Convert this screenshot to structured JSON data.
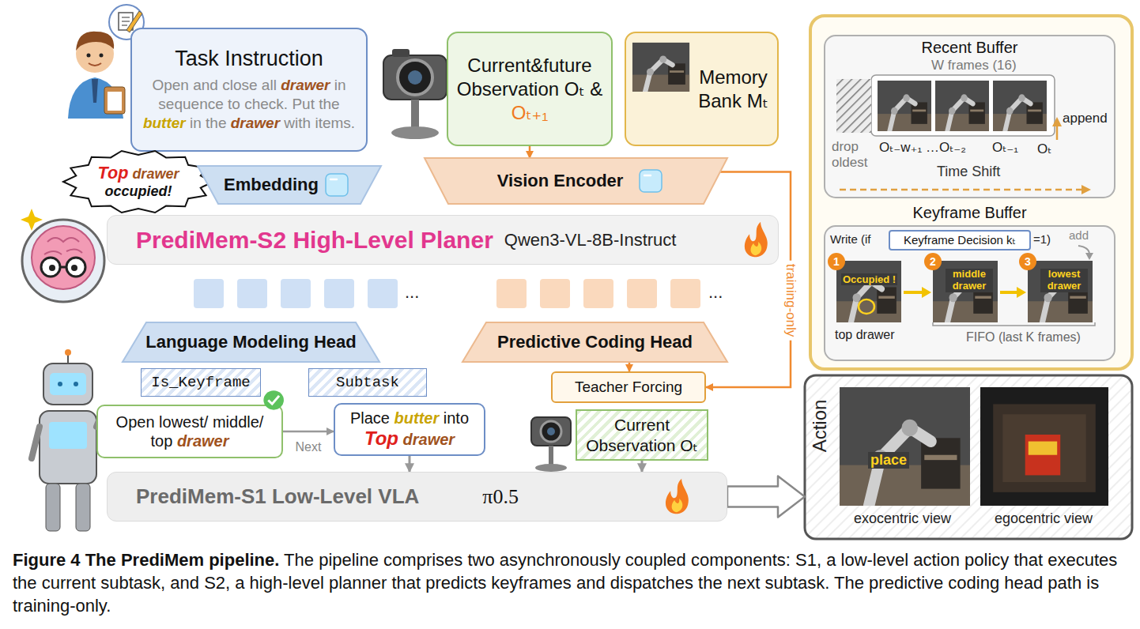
{
  "diagram": {
    "caption": "Figure 4 The PrediMem pipeline. The pipeline comprises two asynchronously coupled components: S1, a low-level action policy that executes the current subtask, and S2, a high-level planner that predicts keyframes and dispatches the next subtask. The predictive coding head path is training-only.",
    "nodes": [
      {
        "text": [
          "Task Instruction",
          "Open and close all drawer in sequence to check. Put the butter in the drawer with items."
        ]
      },
      {
        "text": [
          "Top drawer occupied!"
        ]
      },
      {
        "text": [
          "Embedding"
        ]
      },
      {
        "text": [
          "Current&future Observation Oₜ & Oₜ₊₁"
        ]
      },
      {
        "text": [
          "Memory Bank Mₜ"
        ]
      },
      {
        "text": [
          "Vision Encoder"
        ]
      },
      {
        "text": [
          "PrediMem-S2 High-Level Planer",
          "Qwen3-VL-8B-Instruct"
        ]
      },
      {
        "text": [
          "Language Modeling Head"
        ]
      },
      {
        "text": [
          "Predictive Coding Head"
        ]
      },
      {
        "text": [
          "Is_Keyframe"
        ]
      },
      {
        "text": [
          "Subtask"
        ]
      },
      {
        "text": [
          "Open lowest/ middle/ top drawer"
        ]
      },
      {
        "text": [
          "Place butter into Top drawer"
        ]
      },
      {
        "text": [
          "Teacher Forcing"
        ]
      },
      {
        "text": [
          "Current Observation Oₜ"
        ]
      },
      {
        "text": [
          "PrediMem-S1 Low-Level VLA",
          "π0.5"
        ]
      },
      {
        "text": [
          "Recent Buffer"
        ]
      },
      {
        "text": [
          "Keyframe Buffer"
        ]
      },
      {
        "text": [
          "Keyframe Decision kₜ"
        ],
        "in": 17
      },
      {
        "text": [
          "Action"
        ]
      }
    ],
    "edges": [
      {
        "from": 3,
        "to": 5,
        "arrow": "to"
      },
      {
        "from": 5,
        "to": 13,
        "label": "training-only",
        "arrow": "to"
      },
      {
        "from": 8,
        "to": 13,
        "arrow": "to"
      },
      {
        "from": 11,
        "to": 12,
        "label": "Next",
        "arrow": "to"
      },
      {
        "from": 12,
        "to": 15,
        "arrow": "to"
      },
      {
        "from": 14,
        "to": 15,
        "arrow": "to"
      },
      {
        "from": 15,
        "to": 19,
        "arrow": "to"
      }
    ],
    "labels": [
      "W frames (16)",
      "drop oldest",
      "Oₜ₋w₊₁ …Oₜ₋₂",
      "Oₜ₋₁",
      "append",
      "Oₜ",
      "Time Shift",
      "Write (if",
      "=1)",
      "add",
      "1",
      "2",
      "3",
      "Occupied !",
      "middle drawer",
      "lowest drawer",
      "top drawer",
      "FIFO (last K frames)",
      "place",
      "exocentric view",
      "egocentric view",
      "...",
      "..."
    ]
  }
}
